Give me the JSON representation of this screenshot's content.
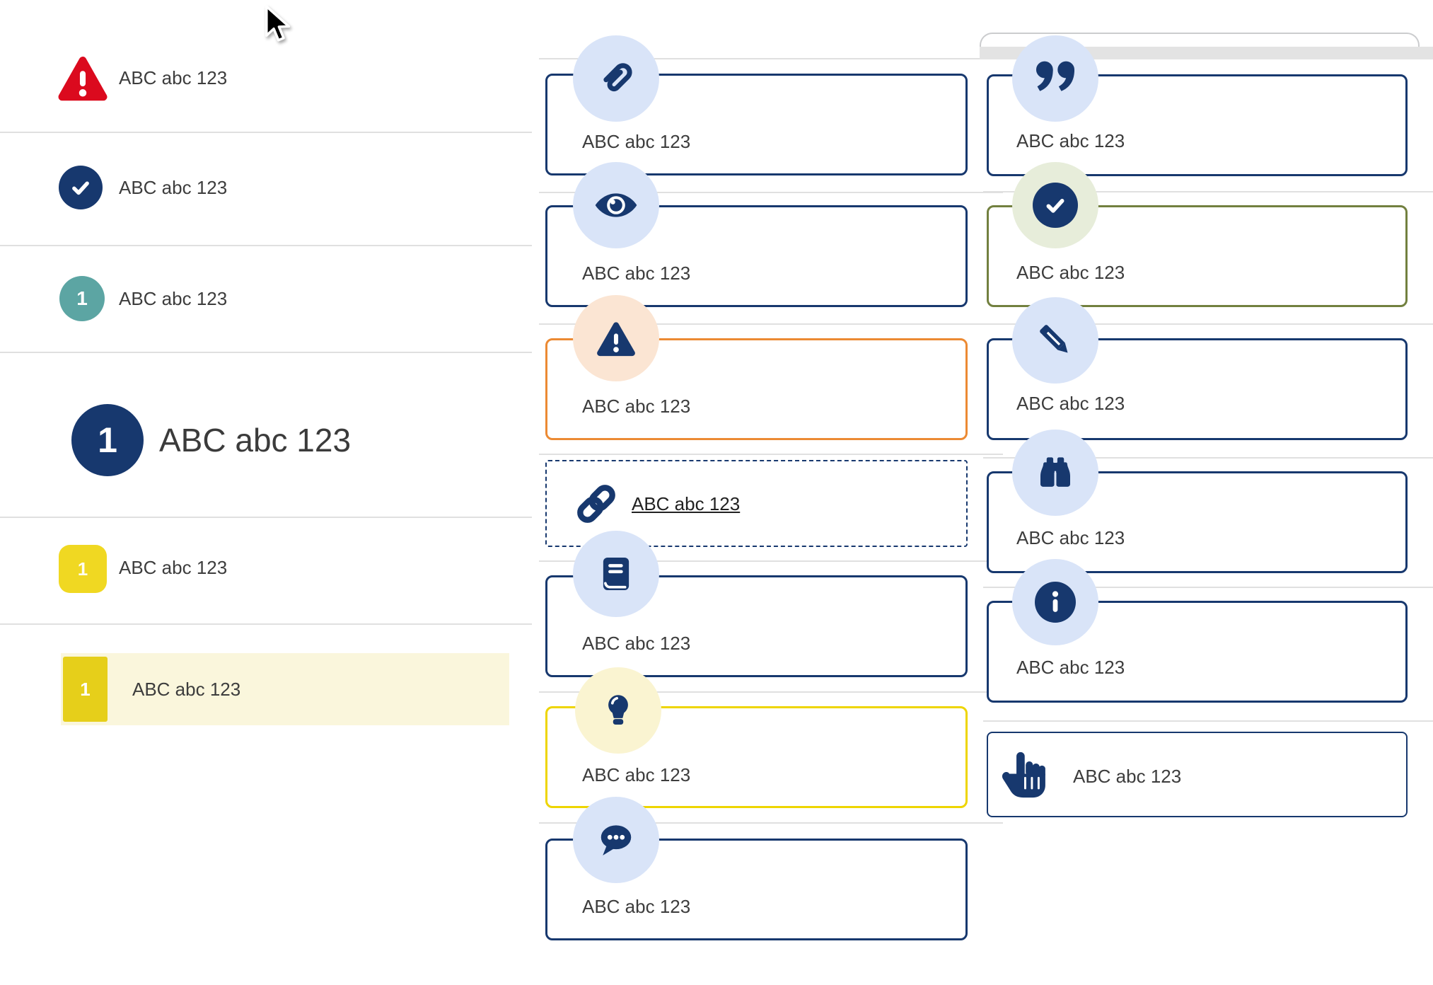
{
  "placeholder_text": "ABC abc 123",
  "left_list": {
    "items": [
      {
        "icon": "alert-triangle-icon",
        "label": "ABC abc 123"
      },
      {
        "icon": "check-circle-icon",
        "label": "ABC abc 123"
      },
      {
        "icon": "number-badge-teal",
        "badge": "1",
        "label": "ABC abc 123"
      },
      {
        "icon": "number-badge-navy-large",
        "badge": "1",
        "label": "ABC abc 123",
        "size": "large"
      },
      {
        "icon": "number-badge-yellow-rounded",
        "badge": "1",
        "label": "ABC abc 123"
      },
      {
        "icon": "number-badge-yellow-bar",
        "badge": "1",
        "label": "ABC abc 123",
        "highlighted": true
      }
    ]
  },
  "middle_callouts": {
    "items": [
      {
        "icon": "paperclip-icon",
        "variant": "navy",
        "label": "ABC abc 123"
      },
      {
        "icon": "eye-icon",
        "variant": "navy",
        "label": "ABC abc 123"
      },
      {
        "icon": "warning-triangle-icon",
        "variant": "orange",
        "label": "ABC abc 123"
      },
      {
        "icon": "link-icon",
        "variant": "dashed-link",
        "label": "ABC abc 123",
        "is_link": true
      },
      {
        "icon": "book-icon",
        "variant": "navy",
        "label": "ABC abc 123"
      },
      {
        "icon": "lightbulb-icon",
        "variant": "yellow",
        "label": "ABC abc 123"
      },
      {
        "icon": "chat-icon",
        "variant": "navy",
        "label": "ABC abc 123"
      }
    ]
  },
  "right_callouts": {
    "items": [
      {
        "icon": "quote-icon",
        "variant": "navy",
        "label": "ABC abc 123"
      },
      {
        "icon": "check-circle-icon",
        "variant": "olive",
        "label": "ABC abc 123"
      },
      {
        "icon": "pencil-icon",
        "variant": "navy",
        "label": "ABC abc 123"
      },
      {
        "icon": "binoculars-icon",
        "variant": "navy",
        "label": "ABC abc 123"
      },
      {
        "icon": "info-icon",
        "variant": "navy",
        "label": "ABC abc 123"
      },
      {
        "icon": "hand-pointer-icon",
        "variant": "navy-compact",
        "label": "ABC abc 123"
      }
    ]
  },
  "colors": {
    "navy": "#17386e",
    "light_blue_circle": "#d9e4f8",
    "orange_border": "#ec8a33",
    "peach_circle": "#fbe5d3",
    "yellow_border": "#eed500",
    "pale_yellow_circle": "#faf4d1",
    "olive_border": "#72803f",
    "pale_green_circle": "#e7edda",
    "red": "#db0a1e",
    "teal": "#5ca5a3",
    "badge_yellow": "#f0d822",
    "badge_yellow_dark": "#e6cf1a",
    "highlight_row": "#faf6dc",
    "divider": "#e0e0e0",
    "text": "#3d3d3d"
  }
}
